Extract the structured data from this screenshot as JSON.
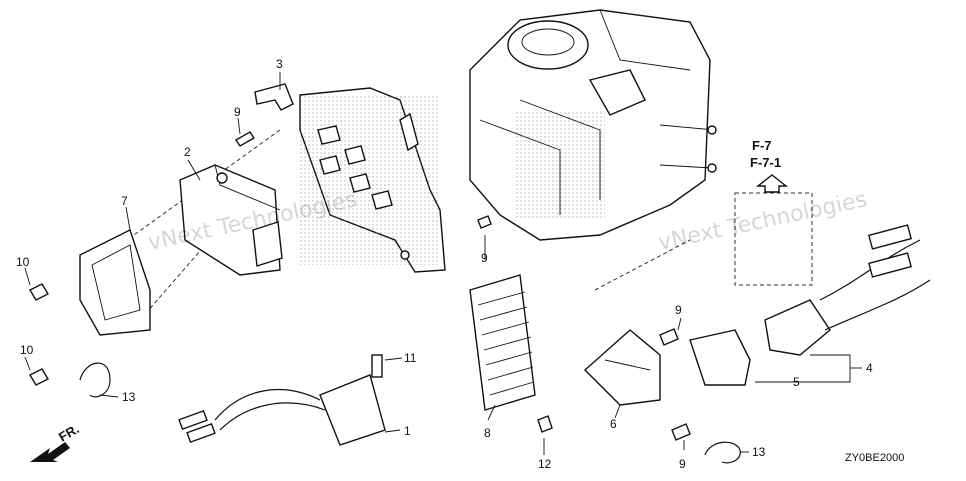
{
  "callouts": {
    "c1": "1",
    "c2": "2",
    "c3": "3",
    "c4": "4",
    "c5": "5",
    "c6": "6",
    "c7": "7",
    "c8": "8",
    "c9a": "9",
    "c9b": "9",
    "c9c": "9",
    "c9d": "9",
    "c10a": "10",
    "c10b": "10",
    "c11": "11",
    "c12": "12",
    "c13a": "13",
    "c13b": "13"
  },
  "refs": {
    "ref1": "F-7",
    "ref2": "F-7-1"
  },
  "direction": "FR.",
  "diagram_code": "ZY0BE2000",
  "watermarks": {
    "a": "vNext Technologies",
    "b": "vNext Technologies"
  }
}
